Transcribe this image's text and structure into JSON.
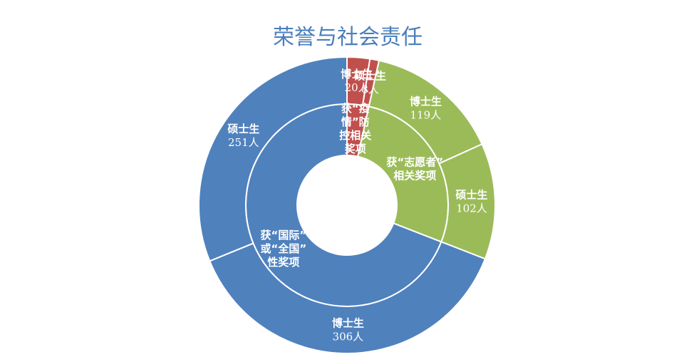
{
  "chart_data": {
    "type": "sunburst",
    "title": "荣誉与社会责任",
    "inner": [
      {
        "name": "获“疫情”防控相关奖项",
        "label_lines": [
          "获“疫",
          "情”防",
          "控相关",
          "奖项"
        ],
        "value": 28,
        "color": "#c0504d"
      },
      {
        "name": "获“志愿者”相关奖项",
        "label_lines": [
          "获“志愿者”",
          "相关奖项"
        ],
        "value": 221,
        "color": "#9bbb59"
      },
      {
        "name": "获“国际”或“全国”性奖项",
        "label_lines": [
          "获“国际”",
          "或“全国”",
          "性奖项"
        ],
        "value": 557,
        "color": "#4f81bd"
      }
    ],
    "outer": [
      {
        "parent": 0,
        "name": "博士生",
        "value": 20,
        "value_label": "20人",
        "color": "#c0504d"
      },
      {
        "parent": 0,
        "name": "硕士生",
        "value": 8,
        "value_label": "8人",
        "color": "#c0504d"
      },
      {
        "parent": 1,
        "name": "博士生",
        "value": 119,
        "value_label": "119人",
        "color": "#9bbb59"
      },
      {
        "parent": 1,
        "name": "硕士生",
        "value": 102,
        "value_label": "102人",
        "color": "#9bbb59"
      },
      {
        "parent": 2,
        "name": "博士生",
        "value": 306,
        "value_label": "306人",
        "color": "#4f81bd"
      },
      {
        "parent": 2,
        "name": "硕士生",
        "value": 251,
        "value_label": "251人",
        "color": "#4f81bd"
      }
    ]
  }
}
